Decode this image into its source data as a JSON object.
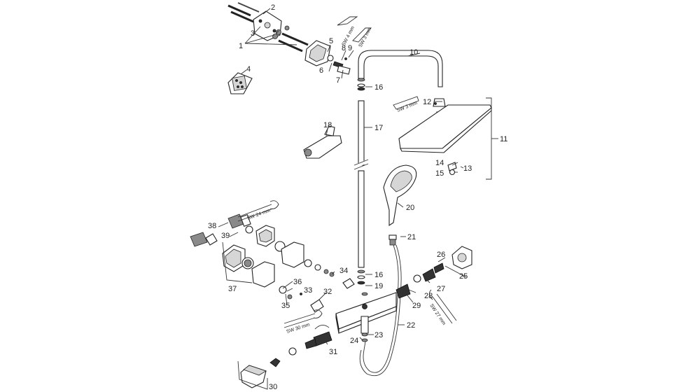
{
  "part_numbers": [
    "1",
    "2",
    "3",
    "4",
    "5",
    "6",
    "7",
    "8",
    "9",
    "10",
    "11",
    "12",
    "13",
    "14",
    "15",
    "16",
    "16",
    "17",
    "18",
    "19",
    "20",
    "21",
    "22",
    "23",
    "24",
    "25",
    "26",
    "27",
    "28",
    "29",
    "30",
    "31",
    "32",
    "33",
    "34",
    "35",
    "36",
    "37",
    "38",
    "39"
  ],
  "wrench_labels": [
    "SW 4 mm",
    "SW 3 mm",
    "SW 3 mm",
    "SW 24 mm",
    "SW 30 mm",
    "SW 27 mm"
  ],
  "parts": {
    "p1": "1",
    "p2": "2",
    "p3": "3",
    "p4": "4",
    "p5": "5",
    "p6": "6",
    "p7": "7",
    "p8": "8",
    "p9": "9",
    "p10": "10",
    "p11": "11",
    "p12": "12",
    "p13": "13",
    "p14": "14",
    "p15": "15",
    "p16a": "16",
    "p16b": "16",
    "p17": "17",
    "p18": "18",
    "p19": "19",
    "p20": "20",
    "p21": "21",
    "p22": "22",
    "p23": "23",
    "p24": "24",
    "p25": "25",
    "p26": "26",
    "p27": "27",
    "p28": "28",
    "p29": "29",
    "p30": "30",
    "p31": "31",
    "p32": "32",
    "p33": "33",
    "p34": "34",
    "p35": "35",
    "p36": "36",
    "p37": "37",
    "p38": "38",
    "p39": "39"
  },
  "wrenches": {
    "sw4": "SW 4 mm",
    "sw3a": "SW 3 mm",
    "sw3b": "SW 3 mm",
    "sw24": "SW 24 mm",
    "sw30": "SW 30 mm",
    "sw27": "SW 27 mm"
  }
}
